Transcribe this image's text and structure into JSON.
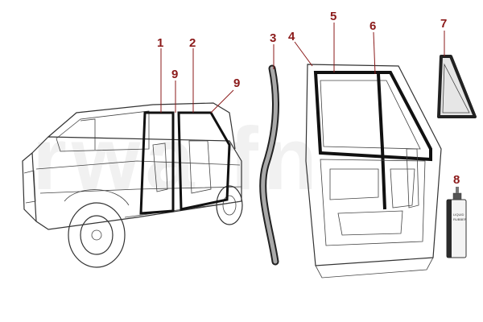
{
  "watermark": "rwa fn",
  "callouts": [
    "1",
    "2",
    "3",
    "4",
    "5",
    "6",
    "7",
    "8",
    "9",
    "9"
  ],
  "tube": {
    "label_line1": "LIQUID",
    "label_line2": "RUBBER"
  },
  "colors": {
    "callout": "#8b1a1a",
    "outline": "#333333",
    "seal": "#9a9a9a",
    "watermark": "#f1f1f1"
  }
}
